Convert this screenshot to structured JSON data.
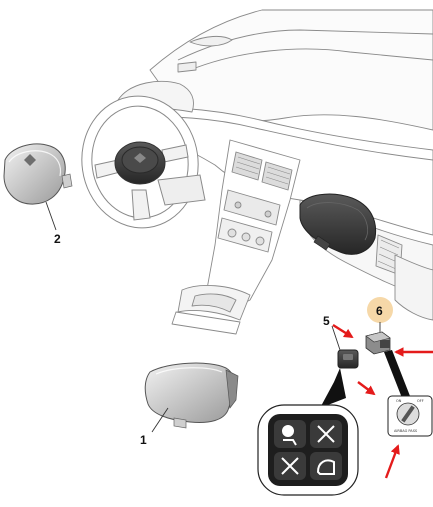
{
  "callouts": {
    "airbag_steering": "2",
    "airbag_passenger": "1",
    "switch_console": "5",
    "switch_key": "6"
  },
  "key_switch_face": {
    "on_label": "ON",
    "off_label": "OFF",
    "caption": "AIRBAG PASS"
  },
  "colors": {
    "highlight_circle": "#f6d8a8",
    "arrow": "#e41b1b",
    "line": "#8a8a8a",
    "fill": "#ffffff",
    "dark_part": "#3a3a3a",
    "mid_grey": "#b8b8b8"
  },
  "icons": [
    "seat-airbag-icon",
    "airbag-off-cross-icon",
    "seat-airbag-cross-icon",
    "child-seat-icon"
  ]
}
